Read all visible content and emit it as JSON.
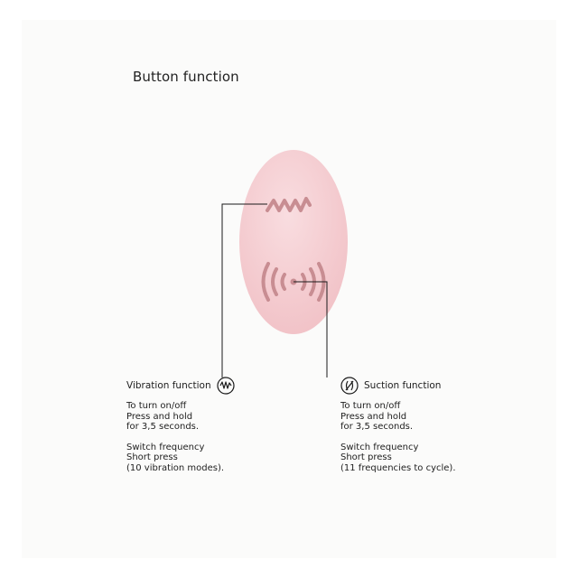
{
  "title": "Button function",
  "vibration": {
    "heading": "Vibration function",
    "icon": "wave-icon",
    "lines1": [
      "To turn on/off",
      "Press and hold",
      "for 3,5 seconds."
    ],
    "lines2": [
      "Switch frequency",
      "Short press",
      "(10 vibration modes)."
    ]
  },
  "suction": {
    "heading": "Suction function",
    "icon": "suction-icon",
    "lines1": [
      "To turn on/off",
      "Press and hold",
      "for 3,5 seconds."
    ],
    "lines2": [
      "Switch frequency",
      "Short press",
      "(11 frequencies to cycle)."
    ]
  },
  "colors": {
    "device": "#f5cfd3",
    "device_dark": "#c58d92",
    "line": "#1a1a1a"
  }
}
